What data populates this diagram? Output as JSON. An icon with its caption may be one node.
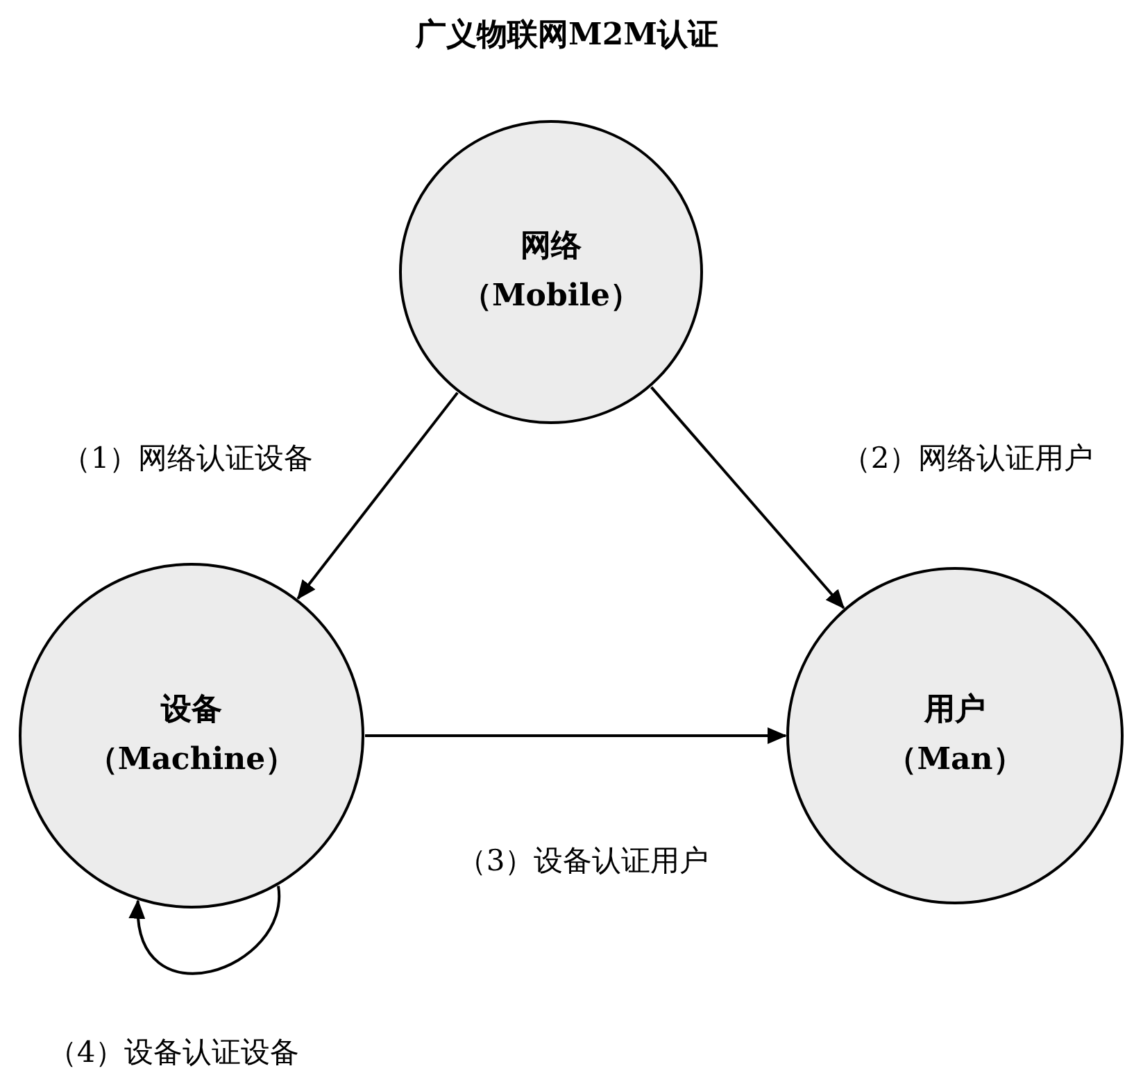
{
  "diagram": {
    "title": "广义物联网M2M认证",
    "nodes": [
      {
        "text": [
          "网络",
          "（Mobile）"
        ]
      },
      {
        "text": [
          "设备",
          "（Machine）"
        ]
      },
      {
        "text": [
          "用户",
          "（Man）"
        ]
      }
    ],
    "edges": [
      {
        "from": 0,
        "to": 1,
        "arrow": "to",
        "label": "（1）网络认证设备"
      },
      {
        "from": 0,
        "to": 2,
        "arrow": "to",
        "label": "（2）网络认证用户"
      },
      {
        "from": 1,
        "to": 2,
        "arrow": "to",
        "label": "（3）设备认证用户"
      },
      {
        "from": 1,
        "to": 1,
        "arrow": "to",
        "label": "（4）设备认证设备"
      }
    ]
  }
}
